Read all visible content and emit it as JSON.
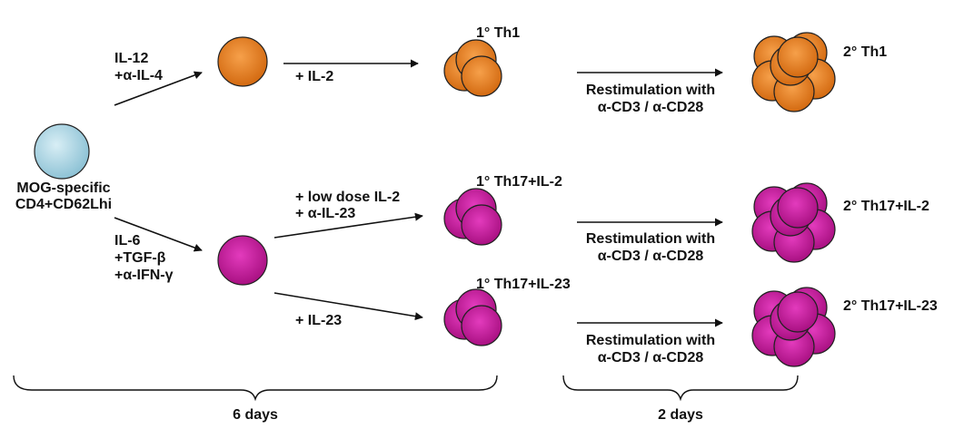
{
  "source_cell": {
    "label_line1": "MOG-specific",
    "label_line2": "CD4+CD62Lhi"
  },
  "th1_branch": {
    "polarizing_line1": "IL-12",
    "polarizing_line2": "+α-IL-4",
    "expansion": "+ IL-2",
    "primary_label": "1° Th1",
    "restim_line1": "Restimulation with",
    "restim_line2": "α-CD3 / α-CD28",
    "secondary_label": "2° Th1"
  },
  "th17_branch": {
    "polarizing_line1": "IL-6",
    "polarizing_line2": "+TGF-β",
    "polarizing_line3": "+α-IFN-γ",
    "il2_arm": {
      "expansion_line1": "+ low dose IL-2",
      "expansion_line2": "+ α-IL-23",
      "primary_label": "1° Th17+IL-2",
      "restim_line1": "Restimulation with",
      "restim_line2": "α-CD3 / α-CD28",
      "secondary_label": "2° Th17+IL-2"
    },
    "il23_arm": {
      "expansion": "+ IL-23",
      "primary_label": "1° Th17+IL-23",
      "restim_line1": "Restimulation with",
      "restim_line2": "α-CD3 / α-CD28",
      "secondary_label": "2° Th17+IL-23"
    }
  },
  "timeline": {
    "phase1": "6 days",
    "phase2": "2 days"
  },
  "colors": {
    "naive_cell": "#a8d2e0",
    "th1_cell": "#e07a1f",
    "th17_cell": "#c4169a",
    "ink": "#111111"
  }
}
